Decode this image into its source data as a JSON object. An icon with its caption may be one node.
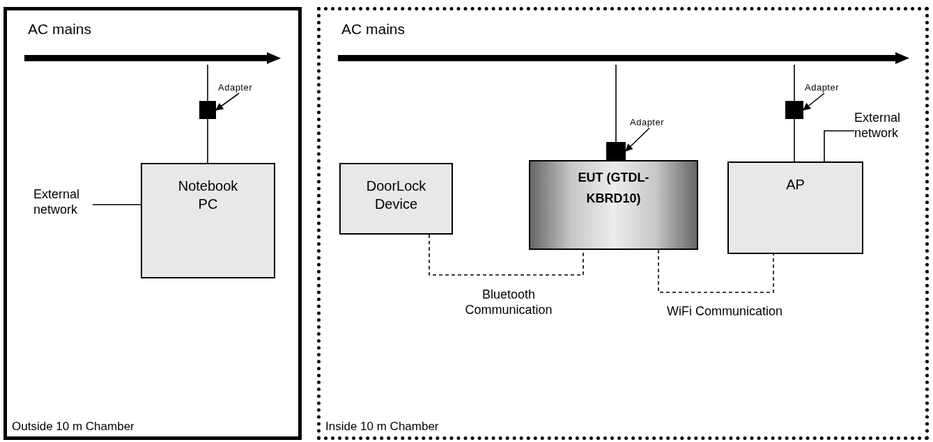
{
  "diagram": {
    "nodes": [
      {
        "text": [
          "Outside 10 m Chamber"
        ]
      },
      {
        "text": [
          "AC mains"
        ],
        "in": 0
      },
      {
        "text": [],
        "shape": "box",
        "in": 0
      },
      {
        "text": [
          "Adapter"
        ],
        "in": 0
      },
      {
        "text": [
          "Notebook PC"
        ],
        "in": 0
      },
      {
        "text": [
          "External network"
        ],
        "in": 0
      },
      {
        "text": [
          "Inside 10 m Chamber"
        ]
      },
      {
        "text": [
          "AC mains"
        ],
        "in": 6
      },
      {
        "text": [
          "DoorLock Device"
        ],
        "in": 6
      },
      {
        "text": [],
        "shape": "box",
        "in": 6
      },
      {
        "text": [
          "Adapter"
        ],
        "in": 6
      },
      {
        "text": [
          "EUT (GTDL-KBRD10)"
        ],
        "in": 6
      },
      {
        "text": [],
        "shape": "box",
        "in": 6
      },
      {
        "text": [
          "Adapter"
        ],
        "in": 6
      },
      {
        "text": [
          "AP"
        ],
        "in": 6
      },
      {
        "text": [
          "External network"
        ],
        "in": 6
      }
    ],
    "edges": [
      {
        "from": 1,
        "to": 2,
        "arrow": "none"
      },
      {
        "from": 2,
        "to": 4,
        "arrow": "none"
      },
      {
        "from": 3,
        "to": 2,
        "arrow": "to"
      },
      {
        "from": 5,
        "to": 4,
        "arrow": "none"
      },
      {
        "from": 7,
        "to": 9,
        "arrow": "none"
      },
      {
        "from": 7,
        "to": 12,
        "arrow": "none"
      },
      {
        "from": 12,
        "to": 14,
        "arrow": "none"
      },
      {
        "from": 10,
        "to": 9,
        "arrow": "to"
      },
      {
        "from": 13,
        "to": 12,
        "arrow": "to"
      },
      {
        "from": 15,
        "to": 14,
        "arrow": "none"
      },
      {
        "from": 8,
        "to": 11,
        "arrow": "none",
        "style": "dashed",
        "label": "Bluetooth Communication"
      },
      {
        "from": 11,
        "to": 14,
        "arrow": "none",
        "style": "dashed",
        "label": "WiFi Communication"
      }
    ]
  }
}
